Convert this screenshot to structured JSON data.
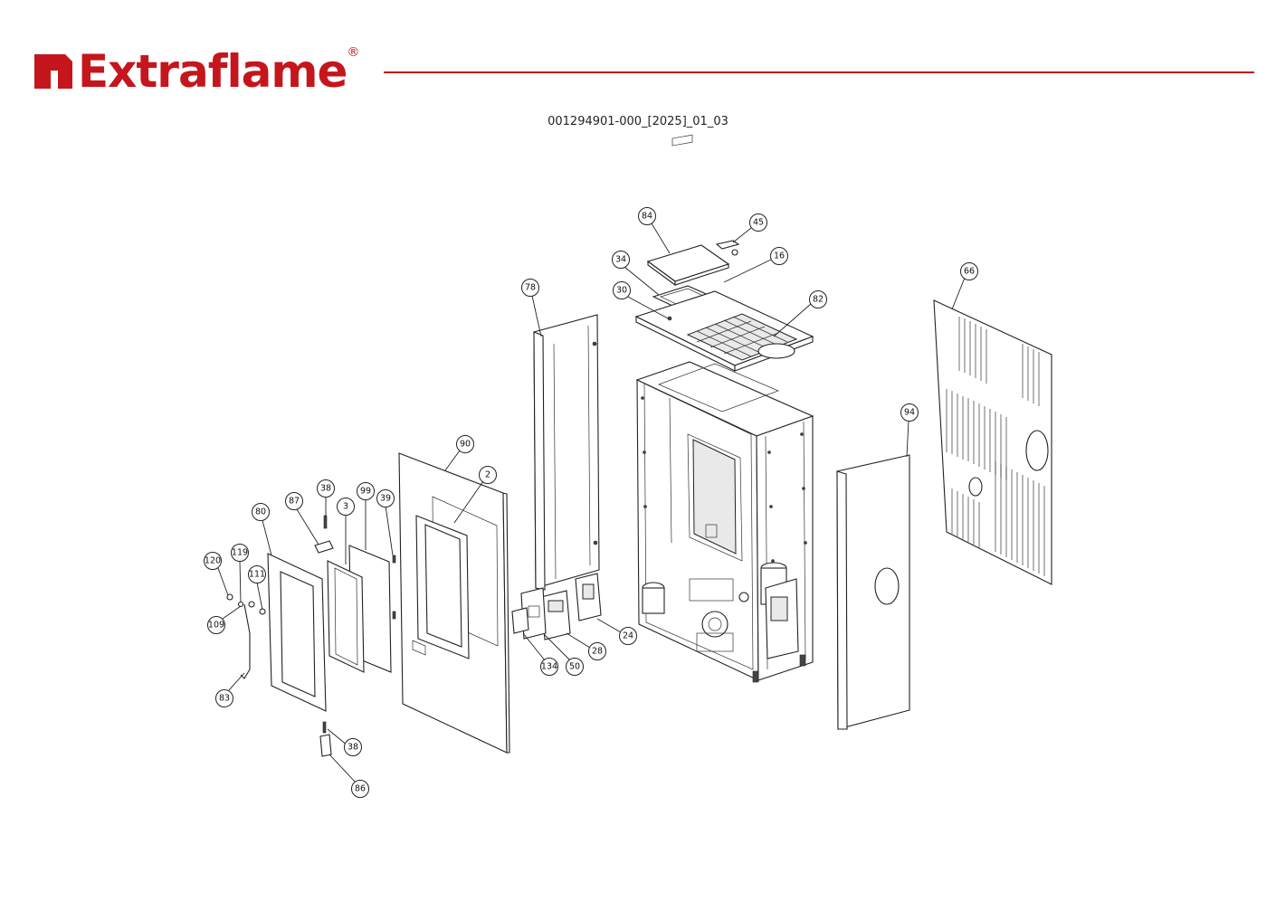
{
  "brand": {
    "name": "Extraflame",
    "reg_mark": "®",
    "color": "#c4161c"
  },
  "document": {
    "code": "001294901-000_[2025]_01_03"
  },
  "callouts": [
    {
      "id": "c84",
      "label": "84"
    },
    {
      "id": "c45",
      "label": "45"
    },
    {
      "id": "c34",
      "label": "34"
    },
    {
      "id": "c16",
      "label": "16"
    },
    {
      "id": "c30",
      "label": "30"
    },
    {
      "id": "c82",
      "label": "82"
    },
    {
      "id": "c78",
      "label": "78"
    },
    {
      "id": "c66",
      "label": "66"
    },
    {
      "id": "c94",
      "label": "94"
    },
    {
      "id": "c90",
      "label": "90"
    },
    {
      "id": "c2",
      "label": "2"
    },
    {
      "id": "c38a",
      "label": "38"
    },
    {
      "id": "c87",
      "label": "87"
    },
    {
      "id": "c3",
      "label": "3"
    },
    {
      "id": "c99",
      "label": "99"
    },
    {
      "id": "c39",
      "label": "39"
    },
    {
      "id": "c80",
      "label": "80"
    },
    {
      "id": "c119",
      "label": "119"
    },
    {
      "id": "c120",
      "label": "120"
    },
    {
      "id": "c111",
      "label": "111"
    },
    {
      "id": "c109",
      "label": "109"
    },
    {
      "id": "c83",
      "label": "83"
    },
    {
      "id": "c24",
      "label": "24"
    },
    {
      "id": "c28",
      "label": "28"
    },
    {
      "id": "c50",
      "label": "50"
    },
    {
      "id": "c134",
      "label": "134"
    },
    {
      "id": "c38b",
      "label": "38"
    },
    {
      "id": "c86",
      "label": "86"
    }
  ]
}
